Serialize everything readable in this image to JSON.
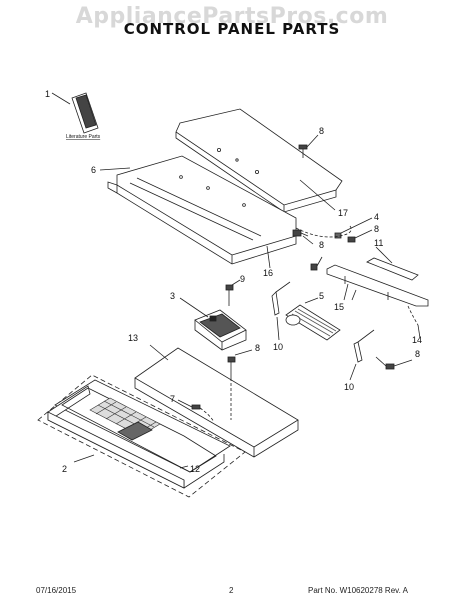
{
  "watermark": "AppliancePartsPros.com",
  "title": "CONTROL PANEL PARTS",
  "literature_label": "Literature Parts",
  "callouts": {
    "c1": "1",
    "c2": "2",
    "c3": "3",
    "c4": "4",
    "c5": "5",
    "c6": "6",
    "c7": "7",
    "c8a": "8",
    "c8b": "8",
    "c8c": "8",
    "c8d": "8",
    "c8e": "8",
    "c9": "9",
    "c10a": "10",
    "c10b": "10",
    "c11": "11",
    "c12": "12",
    "c13": "13",
    "c14": "14",
    "c15": "15",
    "c16": "16",
    "c17": "17"
  },
  "footer": {
    "date": "07/16/2015",
    "page": "2",
    "part_no": "Part No.  W10620278  Rev. A"
  }
}
